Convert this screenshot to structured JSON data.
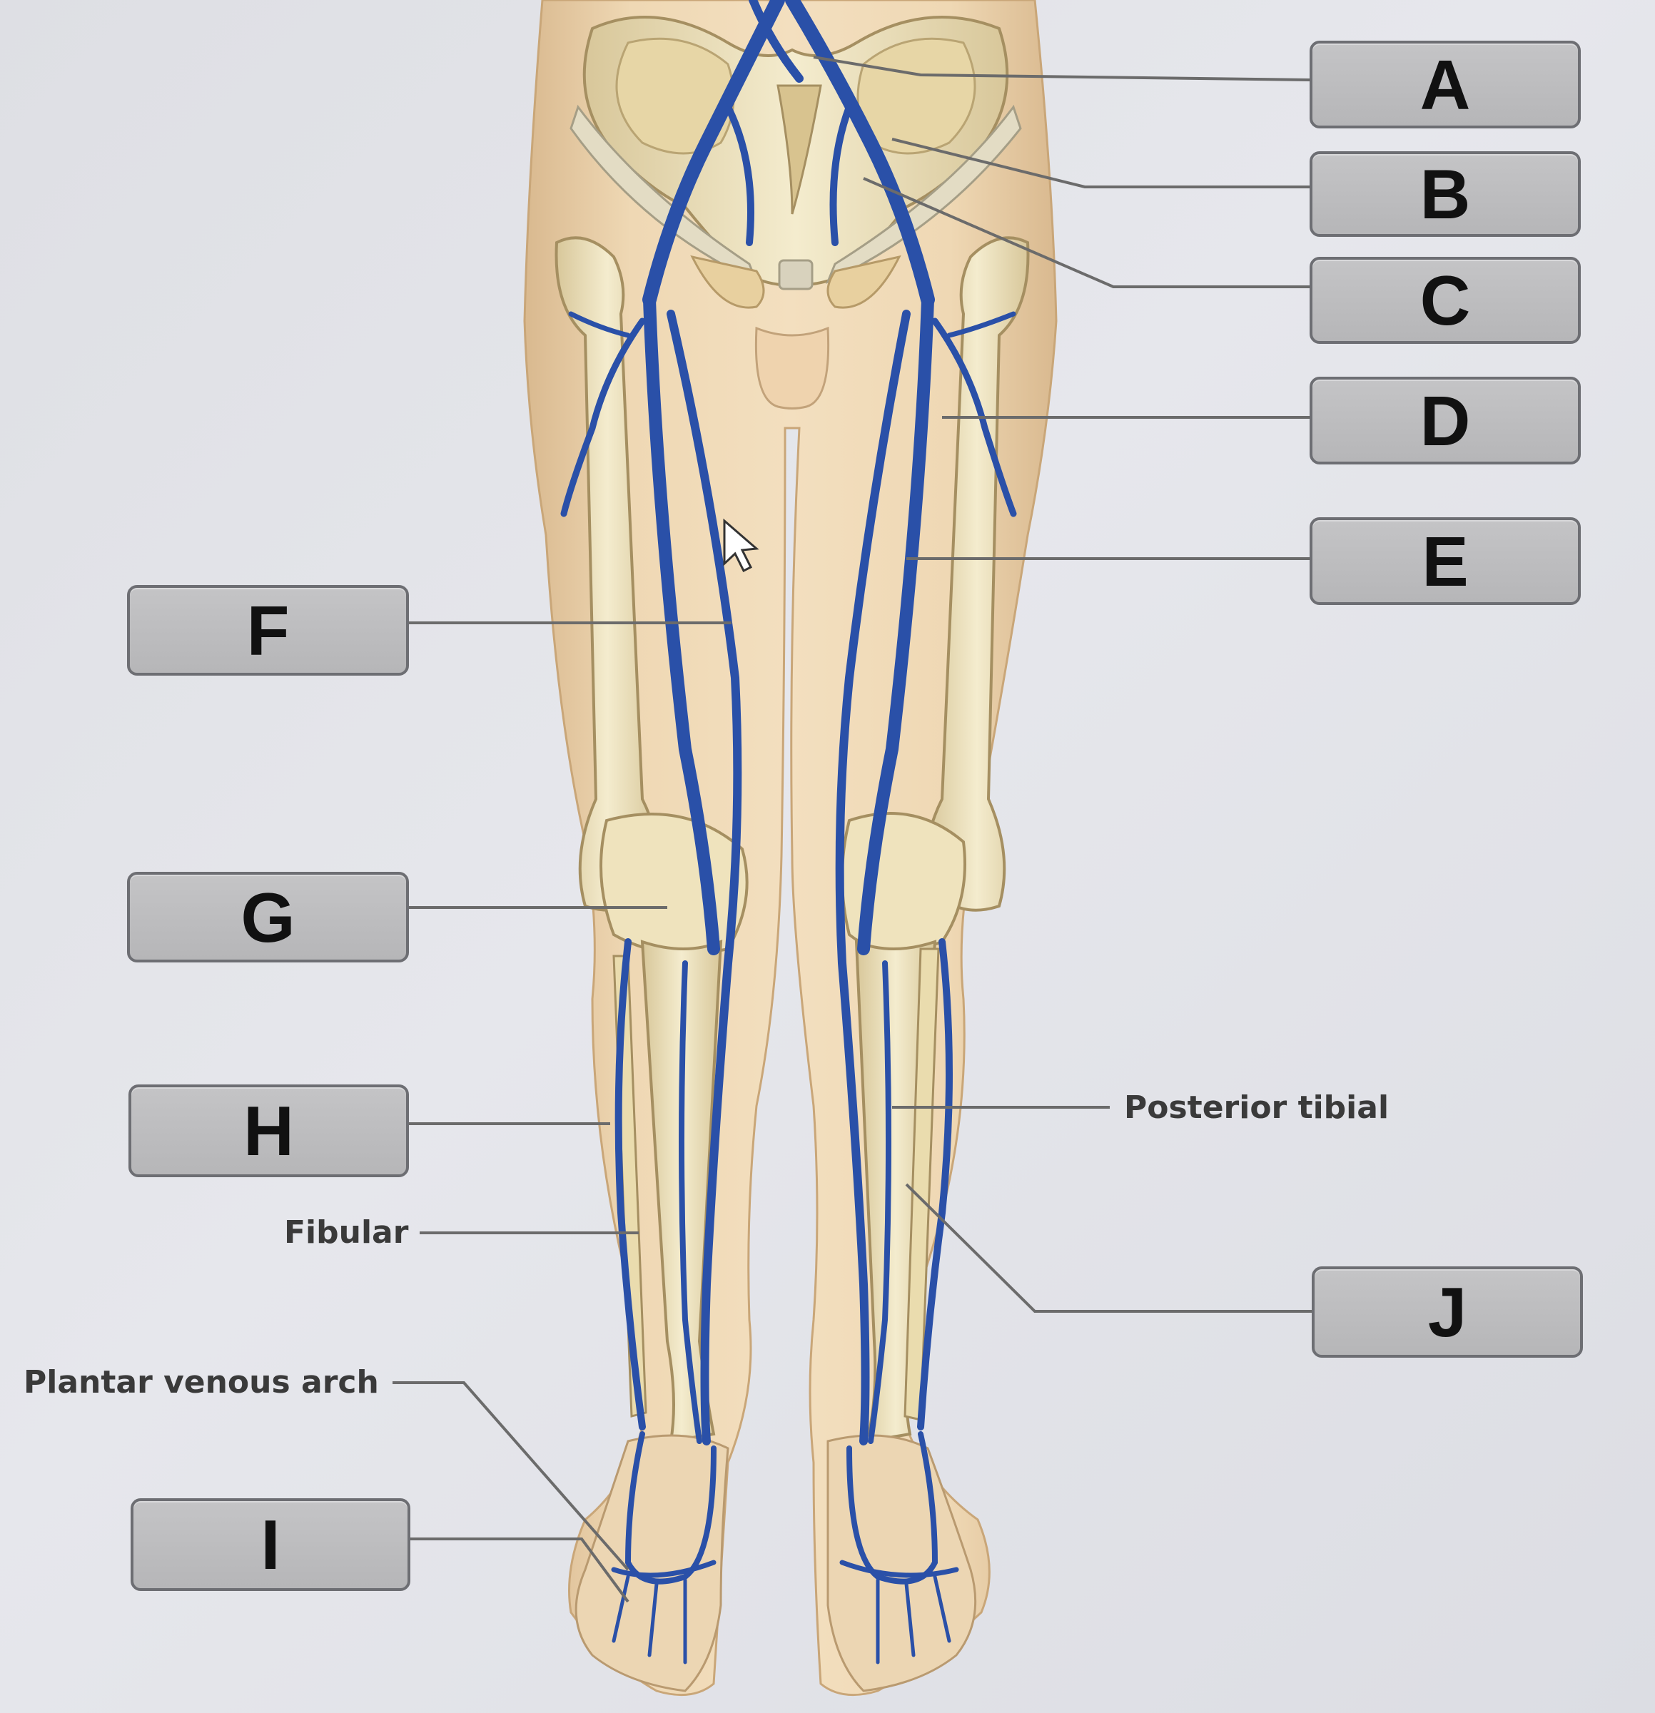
{
  "boxes": {
    "A": {
      "letter": "A"
    },
    "B": {
      "letter": "B"
    },
    "C": {
      "letter": "C"
    },
    "D": {
      "letter": "D"
    },
    "E": {
      "letter": "E"
    },
    "F": {
      "letter": "F"
    },
    "G": {
      "letter": "G"
    },
    "H": {
      "letter": "H"
    },
    "I": {
      "letter": "I"
    },
    "J": {
      "letter": "J"
    }
  },
  "labels": {
    "posterior_tibial": "Posterior tibial",
    "fibular": "Fibular",
    "plantar_venous_arch": "Plantar venous arch"
  },
  "colors": {
    "vein": "#2a50a8",
    "skin": "#ecd3ad",
    "bone": "#efe3bd",
    "box_fill": "#bdbdbf",
    "box_border": "#6d6e73",
    "leader_line": "#6b6b6b"
  }
}
